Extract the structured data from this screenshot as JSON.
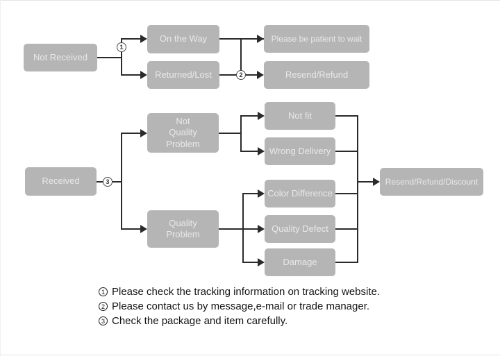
{
  "colors": {
    "box_fill": "#b5b5b5",
    "box_text": "#e9e9e9",
    "line": "#2a2a2a",
    "note_text": "#141414",
    "background": "#ffffff"
  },
  "flowchart": {
    "nodes": {
      "not_received": "Not Received",
      "on_the_way": "On the Way",
      "returned_lost": "Returned/Lost",
      "please_wait": "Please be patient to wait",
      "resend_refund": "Resend/Refund",
      "received": "Received",
      "not_quality_problem": "Not\nQuality\nProblem",
      "quality_problem": "Quality\nProblem",
      "not_fit": "Not fit",
      "wrong_delivery": "Wrong Delivery",
      "color_difference": "Color Difference",
      "quality_defect": "Quality Defect",
      "damage": "Damage",
      "resend_refund_discount": "Resend/Refund/Discount"
    },
    "markers": {
      "m1": "1",
      "m2": "2",
      "m3": "3"
    }
  },
  "notes": {
    "items": [
      {
        "num": "1",
        "text": "Please check the tracking information on tracking website."
      },
      {
        "num": "2",
        "text": "Please contact us by message,e-mail or trade manager."
      },
      {
        "num": "3",
        "text": "Check the package and item carefully."
      }
    ]
  }
}
